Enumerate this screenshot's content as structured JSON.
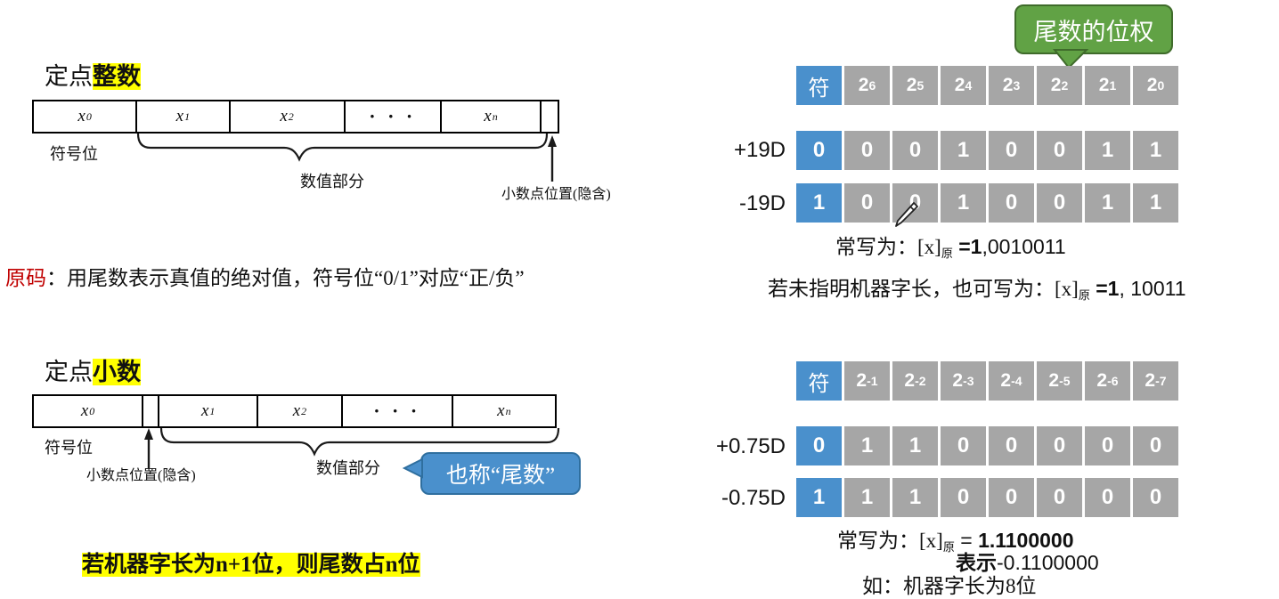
{
  "colors": {
    "sign_cell": "#4a90cc",
    "value_cell": "#a6a6a6",
    "callout_green": "#61a245",
    "callout_blue": "#4a90cc",
    "highlight_yellow": "#ffff00",
    "red_text": "#c00000"
  },
  "integer_section": {
    "title_prefix": "定点",
    "title_highlight": "整数",
    "cells": [
      {
        "base": "x",
        "sub": "0"
      },
      {
        "base": "x",
        "sub": "1"
      },
      {
        "base": "x",
        "sub": "2"
      },
      {
        "base": "· · ·",
        "sub": ""
      },
      {
        "base": "x",
        "sub": "n"
      },
      {
        "base": "",
        "sub": ""
      }
    ],
    "label_sign": "符号位",
    "label_value": "数值部分",
    "label_point": "小数点位置(隐含)"
  },
  "fraction_section": {
    "title_prefix": "定点",
    "title_highlight": "小数",
    "cells": [
      {
        "base": "x",
        "sub": "0"
      },
      {
        "base": "",
        "sub": ""
      },
      {
        "base": "x",
        "sub": "1"
      },
      {
        "base": "x",
        "sub": "2"
      },
      {
        "base": "· · ·",
        "sub": ""
      },
      {
        "base": "x",
        "sub": "n"
      }
    ],
    "label_sign": "符号位",
    "label_point": "小数点位置(隐含)",
    "label_value": "数值部分",
    "callout": "也称“尾数”"
  },
  "definition_line": {
    "term": "原码",
    "rest": "：用尾数表示真值的绝对值，符号位“0/1”对应“正/负”"
  },
  "bottom_note": "若机器字长为n+1位，则尾数占n位",
  "integer_table": {
    "callout": "尾数的位权",
    "header": [
      {
        "text": "符",
        "type": "sign"
      },
      {
        "base": "2",
        "exp": "6",
        "type": "val"
      },
      {
        "base": "2",
        "exp": "5",
        "type": "val"
      },
      {
        "base": "2",
        "exp": "4",
        "type": "val"
      },
      {
        "base": "2",
        "exp": "3",
        "type": "val"
      },
      {
        "base": "2",
        "exp": "2",
        "type": "val"
      },
      {
        "base": "2",
        "exp": "1",
        "type": "val"
      },
      {
        "base": "2",
        "exp": "0",
        "type": "val"
      }
    ],
    "rows": [
      {
        "label": "+19D",
        "bits": [
          "0",
          "0",
          "0",
          "1",
          "0",
          "0",
          "1",
          "1"
        ]
      },
      {
        "label": "-19D",
        "bits": [
          "1",
          "0",
          "0",
          "1",
          "0",
          "0",
          "1",
          "1"
        ]
      }
    ],
    "note1_prefix": "常写为：[x]",
    "note1_sub": "原",
    "note1_eq": " =",
    "note1_sign": "1",
    "note1_rest": ",0010011",
    "note2_prefix": "若未指明机器字长，也可写为：[x]",
    "note2_sub": "原",
    "note2_eq": " =",
    "note2_sign": "1",
    "note2_rest": ", 10011"
  },
  "fraction_table": {
    "header": [
      {
        "text": "符",
        "type": "sign"
      },
      {
        "base": "2",
        "exp": "-1",
        "type": "val"
      },
      {
        "base": "2",
        "exp": "-2",
        "type": "val"
      },
      {
        "base": "2",
        "exp": "-3",
        "type": "val"
      },
      {
        "base": "2",
        "exp": "-4",
        "type": "val"
      },
      {
        "base": "2",
        "exp": "-5",
        "type": "val"
      },
      {
        "base": "2",
        "exp": "-6",
        "type": "val"
      },
      {
        "base": "2",
        "exp": "-7",
        "type": "val"
      }
    ],
    "rows": [
      {
        "label": "+0.75D",
        "bits": [
          "0",
          "1",
          "1",
          "0",
          "0",
          "0",
          "0",
          "0"
        ]
      },
      {
        "label": "-0.75D",
        "bits": [
          "1",
          "1",
          "1",
          "0",
          "0",
          "0",
          "0",
          "0"
        ]
      }
    ],
    "note1_prefix": "常写为：[x]",
    "note1_sub": "原",
    "note1_eq": " = ",
    "note1_val": "1.1100000",
    "note2_label": "表示",
    "note2_val": "-0.1100000",
    "note3": "如：机器字长为8位"
  }
}
